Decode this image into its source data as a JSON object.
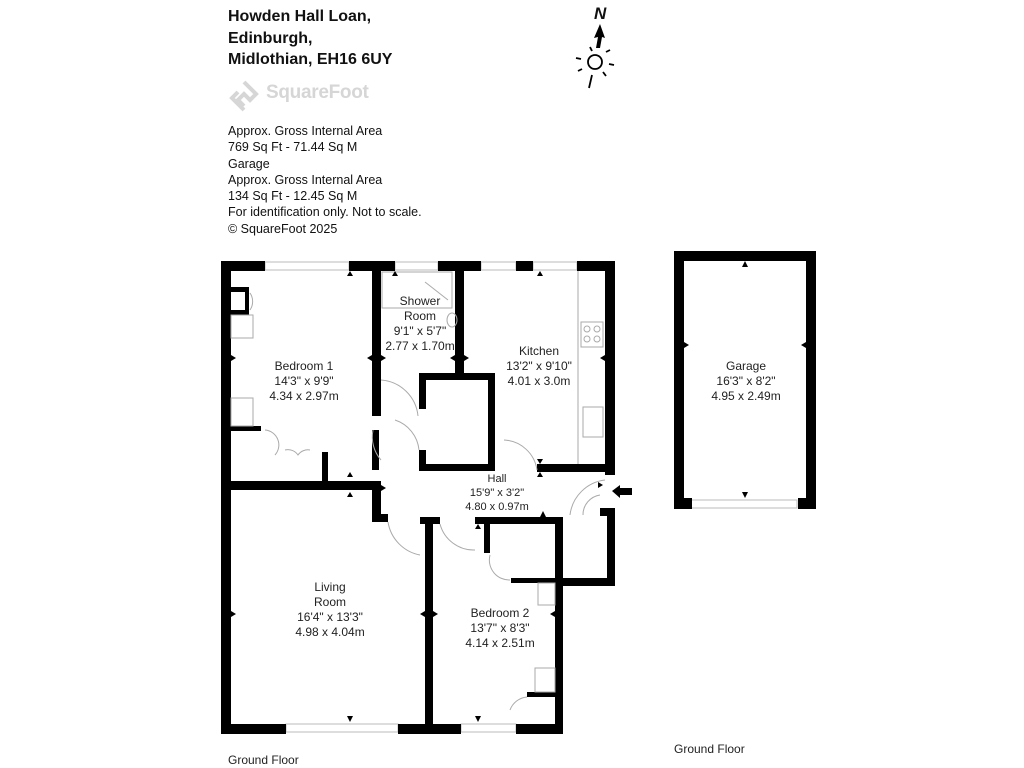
{
  "header": {
    "address_lines": [
      "Howden Hall Loan,",
      "Edinburgh,",
      "Midlothian, EH16 6UY"
    ],
    "logo_text": "SquareFoot"
  },
  "area_info": {
    "lines": [
      "Approx. Gross Internal Area",
      "769 Sq Ft  -  71.44 Sq M",
      "Garage",
      "Approx. Gross Internal Area",
      "134 Sq Ft  -  12.45 Sq M",
      "For identification only. Not to scale.",
      "© SquareFoot 2025"
    ]
  },
  "compass": {
    "label": "N"
  },
  "rooms": [
    {
      "name": "Bedroom 1",
      "imperial": "14'3\" x 9'9\"",
      "metric": "4.34 x 2.97m"
    },
    {
      "name": "Shower Room",
      "name_lines": [
        "Shower",
        "Room"
      ],
      "imperial": "9'1\" x 5'7\"",
      "metric": "2.77 x 1.70m"
    },
    {
      "name": "Kitchen",
      "imperial": "13'2\" x 9'10\"",
      "metric": "4.01 x 3.0m"
    },
    {
      "name": "Hall",
      "imperial": "15'9\" x 3'2\"",
      "metric": "4.80 x 0.97m"
    },
    {
      "name": "Living Room",
      "name_lines": [
        "Living",
        "Room"
      ],
      "imperial": "16'4\" x 13'3\"",
      "metric": "4.98 x 4.04m"
    },
    {
      "name": "Bedroom 2",
      "imperial": "13'7\" x 8'3\"",
      "metric": "4.14 x 2.51m"
    },
    {
      "name": "Garage",
      "imperial": "16'3\" x 8'2\"",
      "metric": "4.95 x 2.49m"
    }
  ],
  "floor_labels": {
    "main": "Ground Floor",
    "garage": "Ground Floor"
  },
  "colors": {
    "wall": "#000000",
    "fixture": "#bbbbbb",
    "logo": "#d6d6d6"
  }
}
